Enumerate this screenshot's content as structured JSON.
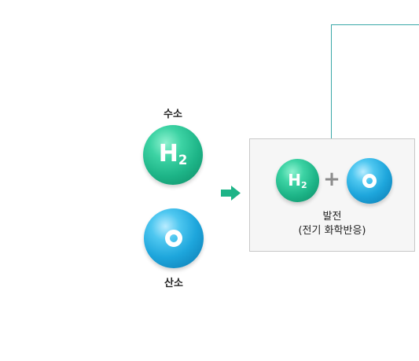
{
  "hydrogen": {
    "label": "수소",
    "symbol": "H",
    "subscript": "2"
  },
  "oxygen": {
    "label": "산소"
  },
  "reaction": {
    "plus": "+",
    "title": "발전",
    "subtitle": "(전기 화학반응)"
  },
  "colors": {
    "hydrogen_sphere": "#1db487",
    "oxygen_sphere": "#1ea6dc",
    "arrow": "#1db487",
    "connector_line": "#3aa8a8",
    "box_background": "#f6f6f6"
  },
  "icons": {
    "arrow": "arrow-right-icon"
  }
}
